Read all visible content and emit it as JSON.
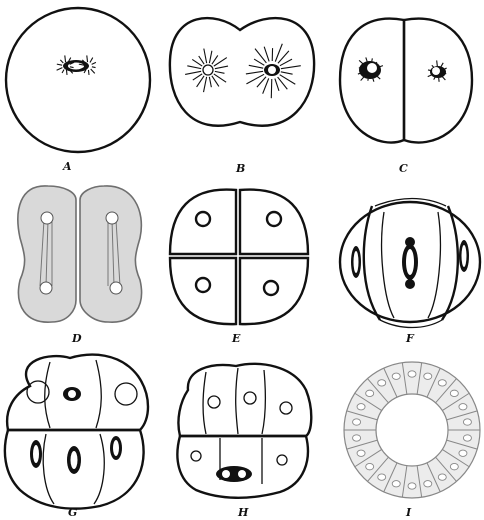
{
  "panels": [
    {
      "id": "A",
      "label": "A"
    },
    {
      "id": "B",
      "label": "B"
    },
    {
      "id": "C",
      "label": "C"
    },
    {
      "id": "D",
      "label": "D"
    },
    {
      "id": "E",
      "label": "E"
    },
    {
      "id": "F",
      "label": "F"
    },
    {
      "id": "G",
      "label": "G"
    },
    {
      "id": "H",
      "label": "H"
    },
    {
      "id": "I",
      "label": "I"
    }
  ],
  "colors": {
    "ink": "#111111",
    "paper": "#ffffff",
    "shade": "#d9d9d9"
  }
}
